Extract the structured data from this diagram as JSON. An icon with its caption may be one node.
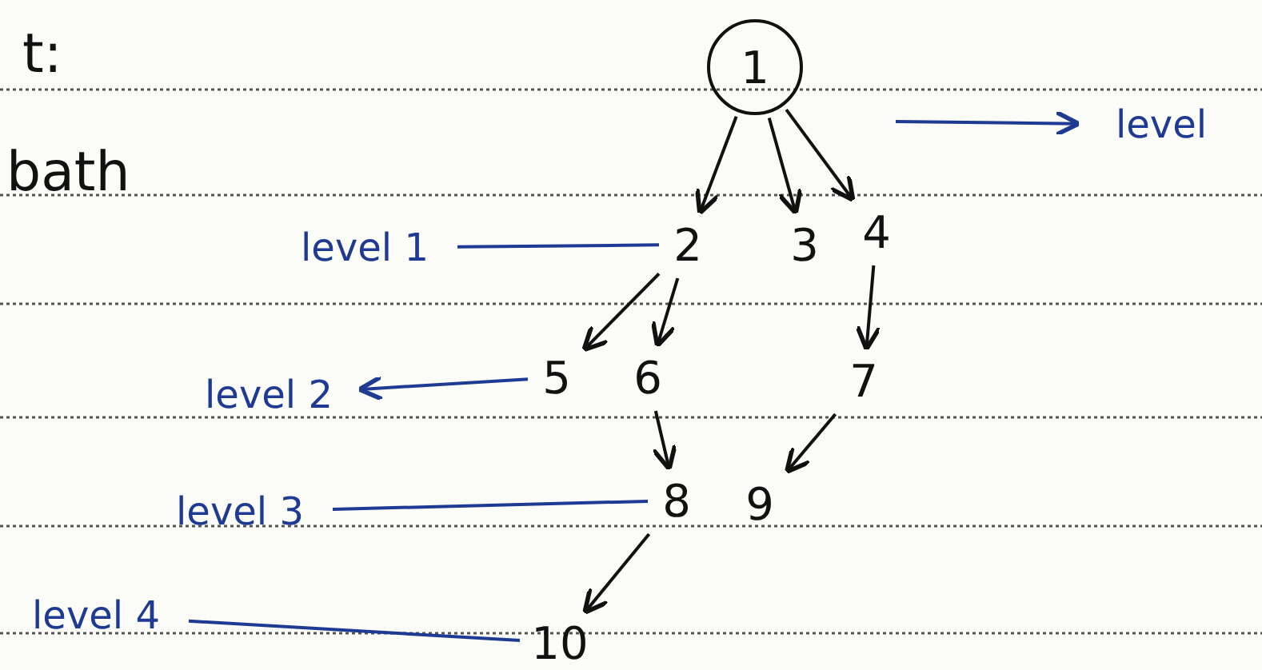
{
  "diagram": {
    "nodes": [
      {
        "text": [
          "1"
        ]
      },
      {
        "text": [
          "2"
        ]
      },
      {
        "text": [
          "3"
        ]
      },
      {
        "text": [
          "4"
        ]
      },
      {
        "text": [
          "5"
        ]
      },
      {
        "text": [
          "6"
        ]
      },
      {
        "text": [
          "7"
        ]
      },
      {
        "text": [
          "8"
        ]
      },
      {
        "text": [
          "9"
        ]
      },
      {
        "text": [
          "10"
        ]
      },
      {
        "text": [
          "level"
        ]
      },
      {
        "text": [
          "level 1"
        ]
      },
      {
        "text": [
          "level 2"
        ]
      },
      {
        "text": [
          "level 3"
        ]
      },
      {
        "text": [
          "level 4"
        ]
      }
    ],
    "edges": [
      {
        "from": 0,
        "to": 1,
        "arrow": "to"
      },
      {
        "from": 0,
        "to": 2,
        "arrow": "to"
      },
      {
        "from": 0,
        "to": 3,
        "arrow": "to"
      },
      {
        "from": 1,
        "to": 4,
        "arrow": "to"
      },
      {
        "from": 1,
        "to": 5,
        "arrow": "to"
      },
      {
        "from": 3,
        "to": 6,
        "arrow": "to"
      },
      {
        "from": 5,
        "to": 7,
        "arrow": "to"
      },
      {
        "from": 6,
        "to": 8,
        "arrow": "to"
      },
      {
        "from": 7,
        "to": 9,
        "arrow": "to"
      },
      {
        "from": null,
        "to": 10,
        "arrow": "to",
        "color": "#1f3a93"
      },
      {
        "from": 1,
        "to": 11,
        "arrow": "none",
        "color": "#1f3a93"
      },
      {
        "from": 4,
        "to": 12,
        "arrow": "to",
        "color": "#1f3a93"
      },
      {
        "from": 7,
        "to": 13,
        "arrow": "none",
        "color": "#1f3a93"
      },
      {
        "from": 9,
        "to": 14,
        "arrow": "none",
        "color": "#1f3a93"
      }
    ],
    "labels": [
      "t:",
      "bath"
    ]
  }
}
